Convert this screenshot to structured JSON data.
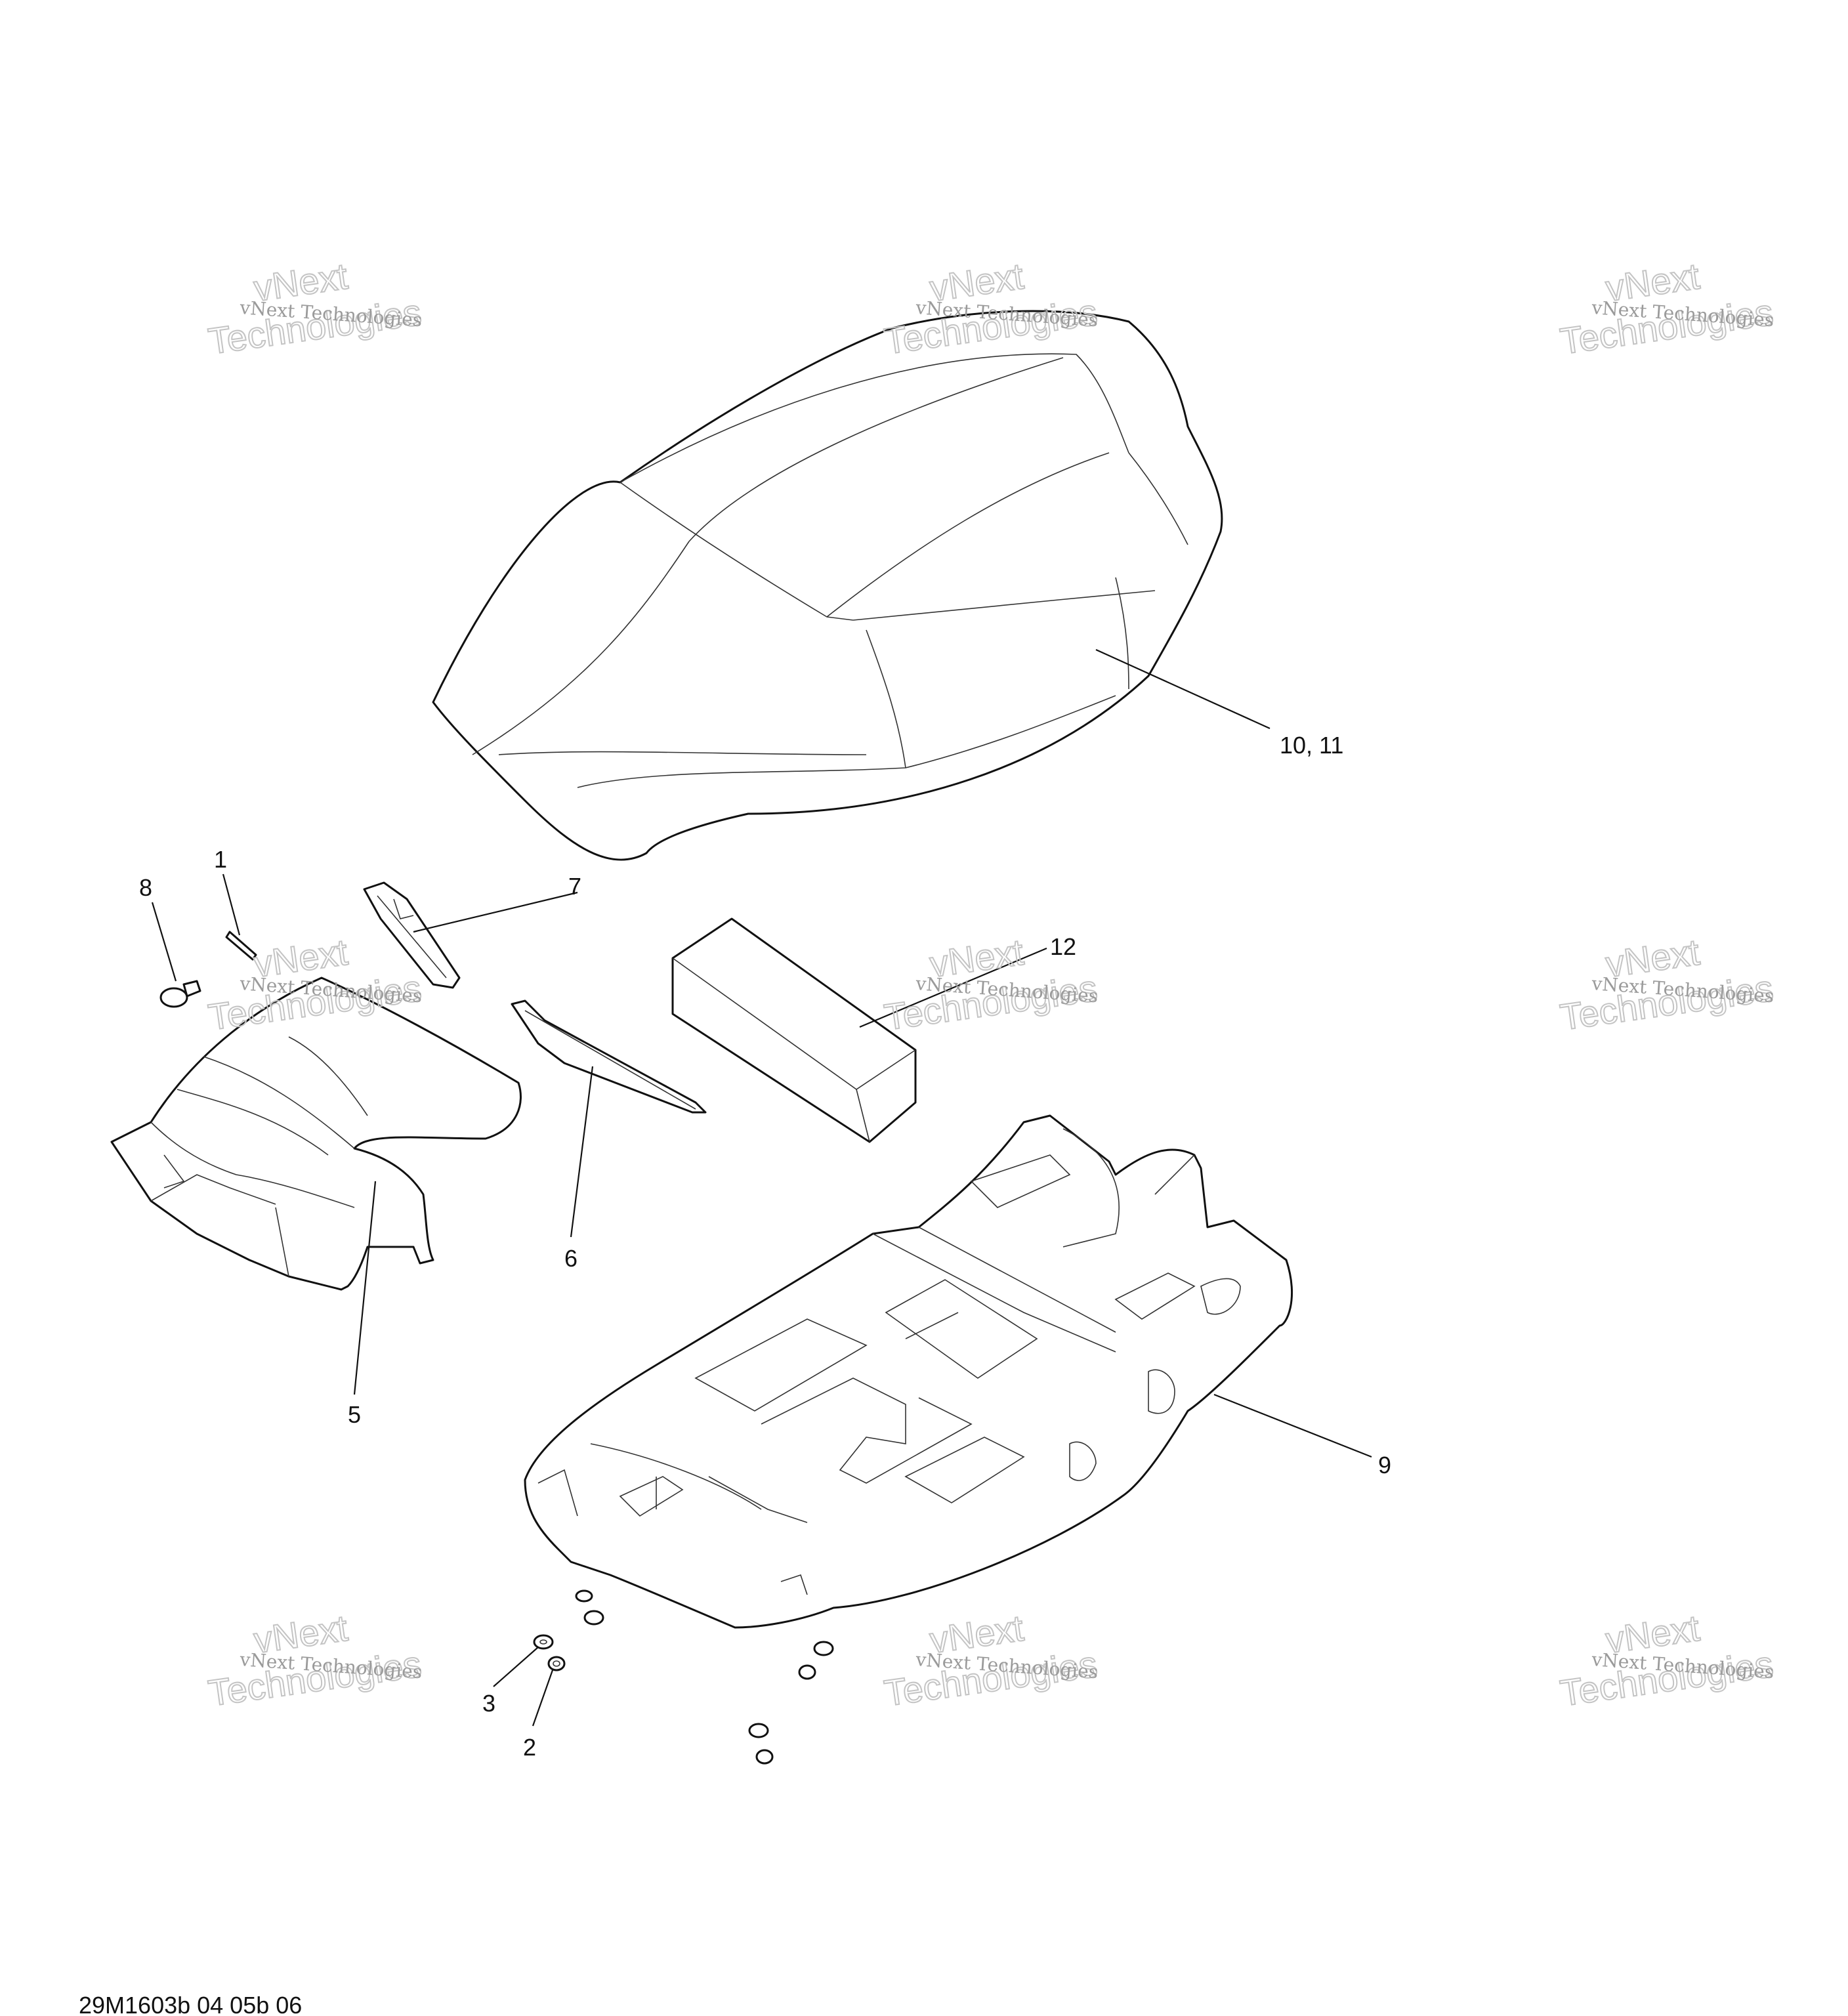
{
  "drawing_code": "29M1603b 04 05b 06",
  "watermark": {
    "small_text": "vNext Technologies",
    "large_text_line1": "vNext",
    "large_text_line2": "Technologies"
  },
  "callouts": [
    {
      "id": "c1",
      "label": "1"
    },
    {
      "id": "c2",
      "label": "2"
    },
    {
      "id": "c3",
      "label": "3"
    },
    {
      "id": "c5",
      "label": "5"
    },
    {
      "id": "c6",
      "label": "6"
    },
    {
      "id": "c7",
      "label": "7"
    },
    {
      "id": "c8",
      "label": "8"
    },
    {
      "id": "c9",
      "label": "9"
    },
    {
      "id": "c10",
      "label": "10, 11"
    },
    {
      "id": "c12",
      "label": "12"
    }
  ],
  "colors": {
    "line": "#111111",
    "watermark": "#9a9a9a",
    "background": "#ffffff"
  }
}
